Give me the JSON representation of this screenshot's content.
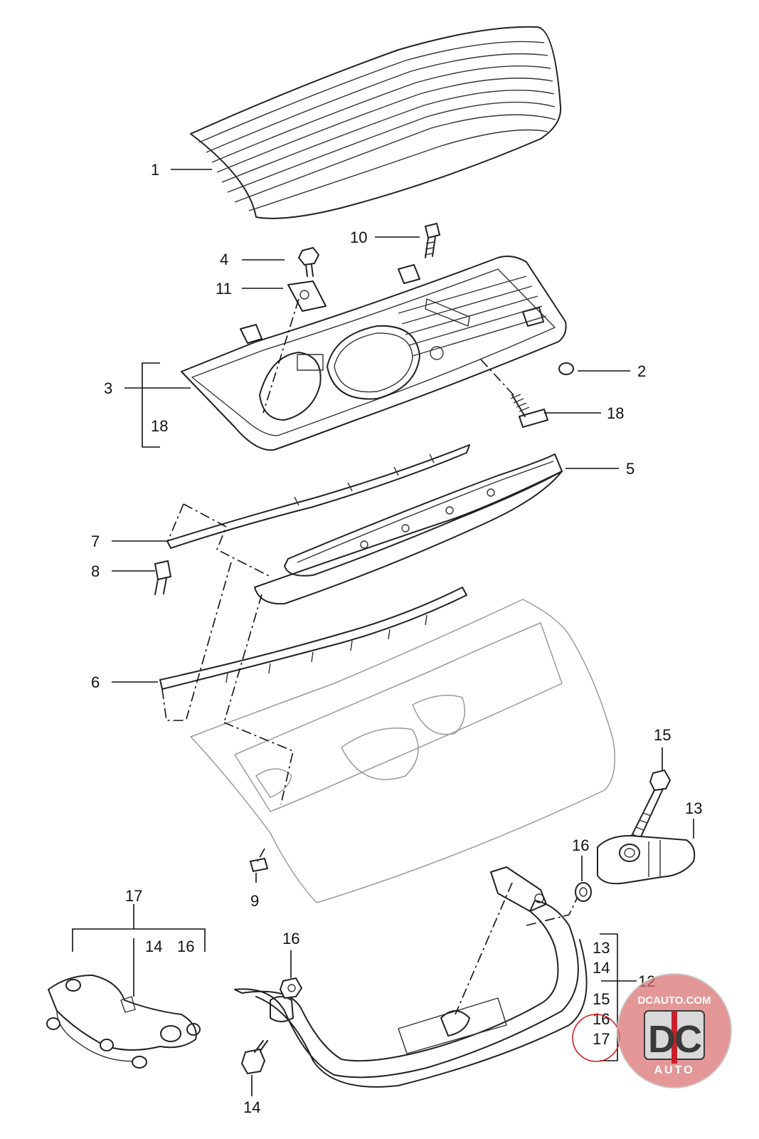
{
  "callouts": {
    "c1": "1",
    "c2": "2",
    "c3": "3",
    "c18a": "18",
    "c4": "4",
    "c10": "10",
    "c11": "11",
    "c18b": "18",
    "c5": "5",
    "c7": "7",
    "c8": "8",
    "c6": "6",
    "c9": "9",
    "c15": "15",
    "c13": "13",
    "c16a": "16",
    "c17": "17",
    "c14a": "14",
    "c16b": "16",
    "c16c": "16",
    "c14b": "14",
    "c12": "12",
    "group12": [
      "13",
      "14",
      "15",
      "16",
      "17"
    ]
  },
  "logo": {
    "domain": "DCAUTO.COM",
    "monogram": "DC",
    "word": "AUTO",
    "colors": {
      "red": "#c8202a",
      "dark": "#3a3a3a",
      "silver": "#c9c9c9"
    }
  },
  "highlight_color": "#d42020"
}
